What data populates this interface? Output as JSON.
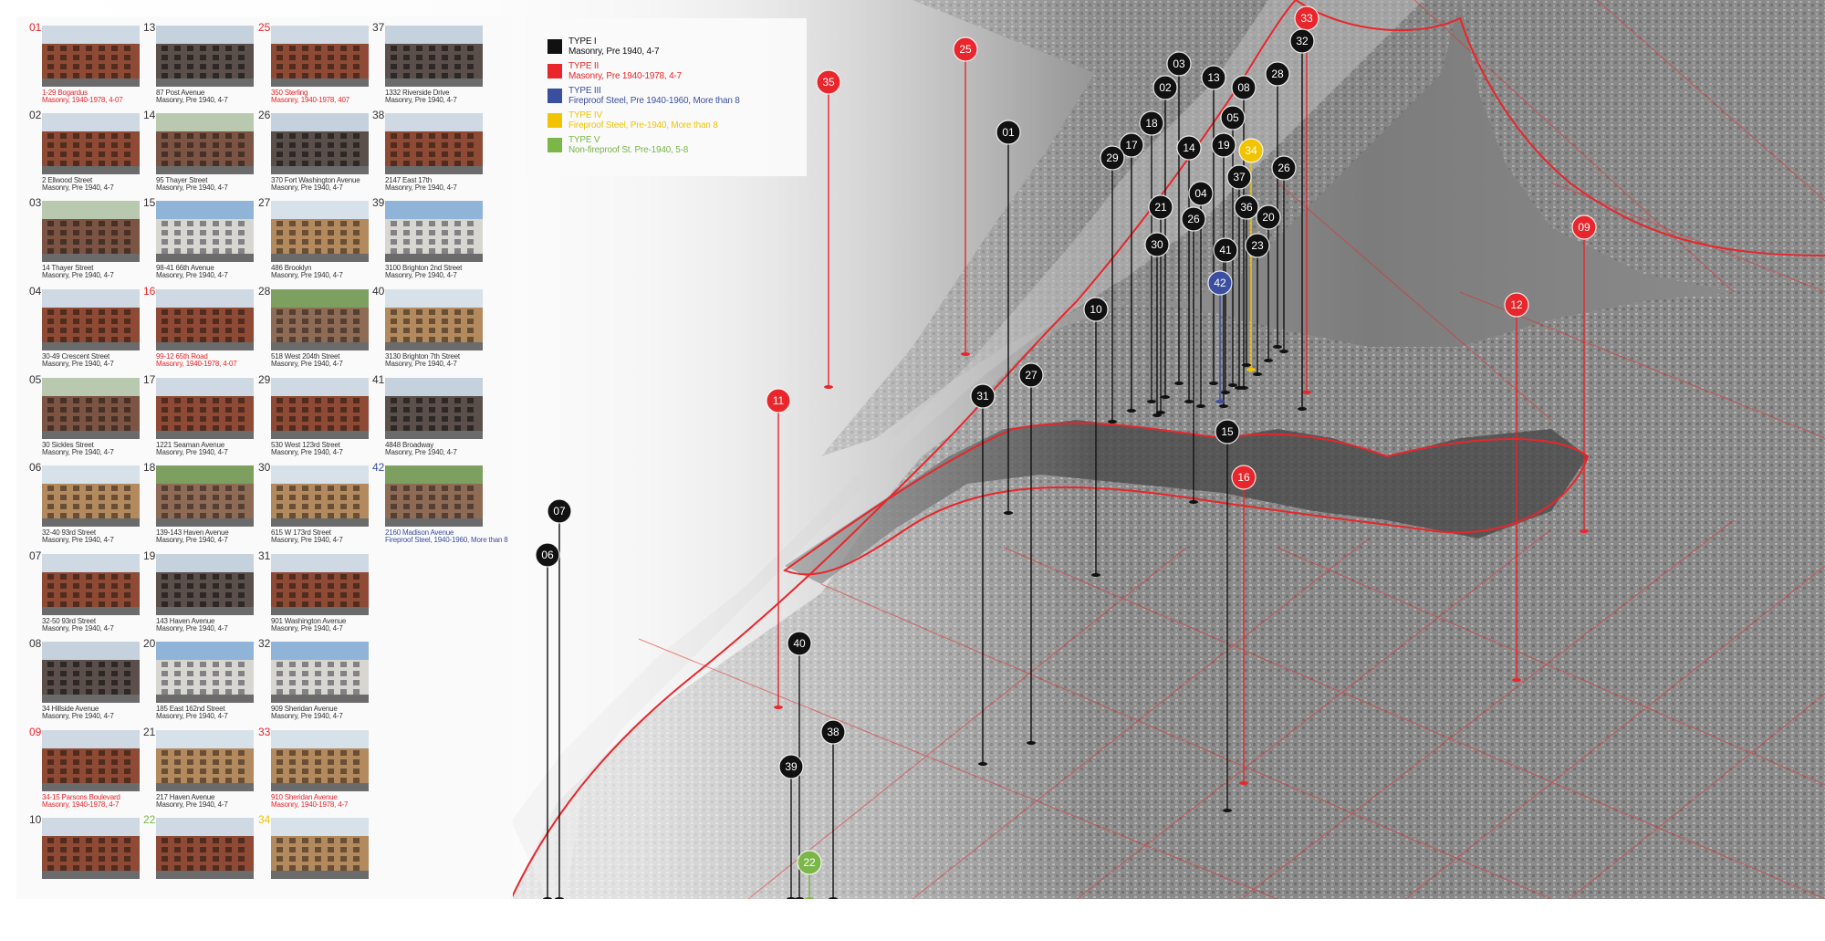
{
  "legend": {
    "types": [
      {
        "title": "TYPE I",
        "subtitle": "Masonry, Pre 1940, 4-7",
        "color": "#111111",
        "text_color": "#111111"
      },
      {
        "title": "TYPE II",
        "subtitle": "Masonry, Pre 1940-1978, 4-7",
        "color": "#e8262b",
        "text_color": "#e8262b"
      },
      {
        "title": "TYPE III",
        "subtitle": "Fireproof Steel, Pre 1940-1960, More than 8",
        "color": "#3b4fa0",
        "text_color": "#3b4fa0"
      },
      {
        "title": "TYPE IV",
        "subtitle": "Fireproof Steel, Pre-1940, More than 8",
        "color": "#f2c400",
        "text_color": "#f2c400"
      },
      {
        "title": "TYPE V",
        "subtitle": "Non-fireproof St. Pre-1940, 5-8",
        "color": "#7ab648",
        "text_color": "#7ab648"
      }
    ]
  },
  "colors": {
    "type1": "#111111",
    "type2": "#e8262b",
    "type3": "#3b4fa0",
    "type4": "#f2c400",
    "type5": "#7ab648",
    "waterline": "#e8262b"
  },
  "catalog": [
    {
      "num": "01",
      "line1": "1-29 Bogardus",
      "line2": "Masonry, 1940-1978, 4-07",
      "type": 2,
      "photo": "brick"
    },
    {
      "num": "02",
      "line1": "2 Ellwood Street",
      "line2": "Masonry, Pre 1940, 4-7",
      "type": 1,
      "photo": "brick"
    },
    {
      "num": "03",
      "line1": "14 Thayer Street",
      "line2": "Masonry, Pre 1940, 4-7",
      "type": 1,
      "photo": "street"
    },
    {
      "num": "04",
      "line1": "30-49 Crescent Street",
      "line2": "Masonry, Pre 1940, 4-7",
      "type": 1,
      "photo": "brick"
    },
    {
      "num": "05",
      "line1": "30 Sickles Street",
      "line2": "Masonry, Pre 1940, 4-7",
      "type": 1,
      "photo": "street"
    },
    {
      "num": "06",
      "line1": "32-40 93rd Street",
      "line2": "Masonry, Pre 1940, 4-7",
      "type": 1,
      "photo": "tan"
    },
    {
      "num": "07",
      "line1": "32-50 93rd Street",
      "line2": "Masonry, Pre 1940, 4-7",
      "type": 1,
      "photo": "brick"
    },
    {
      "num": "08",
      "line1": "34 Hillside Avenue",
      "line2": "Masonry, Pre 1940, 4-7",
      "type": 1,
      "photo": "dark"
    },
    {
      "num": "09",
      "line1": "34-15 Parsons Boulevard",
      "line2": "Masonry, 1940-1978, 4-7",
      "type": 2,
      "photo": "brick"
    },
    {
      "num": "10",
      "line1": "",
      "line2": "",
      "type": 1,
      "photo": "brick"
    },
    {
      "num": "13",
      "line1": "87 Post Avenue",
      "line2": "Masonry, Pre 1940, 4-7",
      "type": 1,
      "photo": "dark"
    },
    {
      "num": "14",
      "line1": "95 Thayer Street",
      "line2": "Masonry, Pre 1940, 4-7",
      "type": 1,
      "photo": "street"
    },
    {
      "num": "15",
      "line1": "98-41 66th Avenue",
      "line2": "Masonry, Pre 1940, 4-7",
      "type": 1,
      "photo": "white"
    },
    {
      "num": "16",
      "line1": "99-12 65th Road",
      "line2": "Masonry, 1940-1978, 4-07",
      "type": 2,
      "photo": "brick"
    },
    {
      "num": "17",
      "line1": "1221 Seaman Avenue",
      "line2": "Masonry, Pre 1940, 4-7",
      "type": 1,
      "photo": "brick"
    },
    {
      "num": "18",
      "line1": "139-143 Haven Avenue",
      "line2": "Masonry, Pre 1940, 4-7",
      "type": 1,
      "photo": "tree"
    },
    {
      "num": "19",
      "line1": "143 Haven Avenue",
      "line2": "Masonry, Pre 1940, 4-7",
      "type": 1,
      "photo": "dark"
    },
    {
      "num": "20",
      "line1": "185 East 162nd Street",
      "line2": "Masonry, Pre 1940, 4-7",
      "type": 1,
      "photo": "white"
    },
    {
      "num": "21",
      "line1": "217 Haven Avenue",
      "line2": "Masonry, Pre 1940, 4-7",
      "type": 1,
      "photo": "tan"
    },
    {
      "num": "22",
      "line1": "",
      "line2": "",
      "type": 5,
      "photo": "brick"
    },
    {
      "num": "25",
      "line1": "350 Sterling",
      "line2": "Masonry, 1940-1978, 407",
      "type": 2,
      "photo": "brick"
    },
    {
      "num": "26",
      "line1": "370 Fort Washington Avenue",
      "line2": "Masonry, Pre 1940, 4-7",
      "type": 1,
      "photo": "dark"
    },
    {
      "num": "27",
      "line1": "486 Brooklyn",
      "line2": "Masonry, Pre 1940, 4-7",
      "type": 1,
      "photo": "tan"
    },
    {
      "num": "28",
      "line1": "518 West 204th Street",
      "line2": "Masonry, Pre 1940, 4-7",
      "type": 1,
      "photo": "tree"
    },
    {
      "num": "29",
      "line1": "530 West 123rd Street",
      "line2": "Masonry, Pre 1940, 4-7",
      "type": 1,
      "photo": "brick"
    },
    {
      "num": "30",
      "line1": "615 W 173rd Street",
      "line2": "Masonry, Pre 1940, 4-7",
      "type": 1,
      "photo": "tan"
    },
    {
      "num": "31",
      "line1": "901 Washington Avenue",
      "line2": "Masonry, Pre 1940, 4-7",
      "type": 1,
      "photo": "brick"
    },
    {
      "num": "32",
      "line1": "909 Sheridan Avenue",
      "line2": "Masonry, Pre 1940, 4-7",
      "type": 1,
      "photo": "white"
    },
    {
      "num": "33",
      "line1": "910 Sheridan Avenue",
      "line2": "Masonry, 1940-1978, 4-7",
      "type": 2,
      "photo": "tan"
    },
    {
      "num": "34",
      "line1": "",
      "line2": "",
      "type": 4,
      "photo": "tan"
    },
    {
      "num": "37",
      "line1": "1332 Riverside Drive",
      "line2": "Masonry, Pre 1940, 4-7",
      "type": 1,
      "photo": "dark"
    },
    {
      "num": "38",
      "line1": "2147 East 17th",
      "line2": "Masonry, Pre 1940, 4-7",
      "type": 1,
      "photo": "brick"
    },
    {
      "num": "39",
      "line1": "3100 Brighton 2nd Street",
      "line2": "Masonry, Pre 1940, 4-7",
      "type": 1,
      "photo": "white"
    },
    {
      "num": "40",
      "line1": "3130 Brighton 7th Street",
      "line2": "Masonry, Pre 1940, 4-7",
      "type": 1,
      "photo": "tan"
    },
    {
      "num": "41",
      "line1": "4848 Broadway",
      "line2": "Masonry, Pre 1940, 4-7",
      "type": 1,
      "photo": "dark"
    },
    {
      "num": "42",
      "line1": "2160 Madison Avenue",
      "line2": "Fireproof Steel, 1940-1960, More than 8",
      "type": 3,
      "photo": "tree"
    }
  ],
  "pins": [
    {
      "num": "33",
      "type": 2
    },
    {
      "num": "32",
      "type": 1
    },
    {
      "num": "03",
      "type": 1
    },
    {
      "num": "13",
      "type": 1
    },
    {
      "num": "08",
      "type": 1
    },
    {
      "num": "28",
      "type": 1
    },
    {
      "num": "02",
      "type": 1
    },
    {
      "num": "25",
      "type": 2
    },
    {
      "num": "35",
      "type": 2
    },
    {
      "num": "01",
      "type": 1
    },
    {
      "num": "18",
      "type": 1
    },
    {
      "num": "05",
      "type": 1
    },
    {
      "num": "17",
      "type": 1
    },
    {
      "num": "14",
      "type": 1
    },
    {
      "num": "19",
      "type": 1
    },
    {
      "num": "34",
      "type": 4
    },
    {
      "num": "29",
      "type": 1
    },
    {
      "num": "26",
      "type": 1
    },
    {
      "num": "37",
      "type": 1
    },
    {
      "num": "04",
      "type": 1
    },
    {
      "num": "21",
      "type": 1
    },
    {
      "num": "36",
      "type": 1
    },
    {
      "num": "20",
      "type": 1
    },
    {
      "num": "09",
      "type": 2
    },
    {
      "num": "30",
      "type": 1
    },
    {
      "num": "41",
      "type": 1
    },
    {
      "num": "23",
      "type": 1
    },
    {
      "num": "42",
      "type": 3
    },
    {
      "num": "10",
      "type": 1
    },
    {
      "num": "12",
      "type": 2
    },
    {
      "num": "27",
      "type": 1
    },
    {
      "num": "31",
      "type": 1
    },
    {
      "num": "11",
      "type": 2
    },
    {
      "num": "15",
      "type": 1
    },
    {
      "num": "16",
      "type": 2
    },
    {
      "num": "07",
      "type": 1
    },
    {
      "num": "06",
      "type": 1
    },
    {
      "num": "40",
      "type": 1
    },
    {
      "num": "38",
      "type": 1
    },
    {
      "num": "39",
      "type": 1
    },
    {
      "num": "22",
      "type": 5
    },
    {
      "num": "26",
      "type": 1
    }
  ]
}
